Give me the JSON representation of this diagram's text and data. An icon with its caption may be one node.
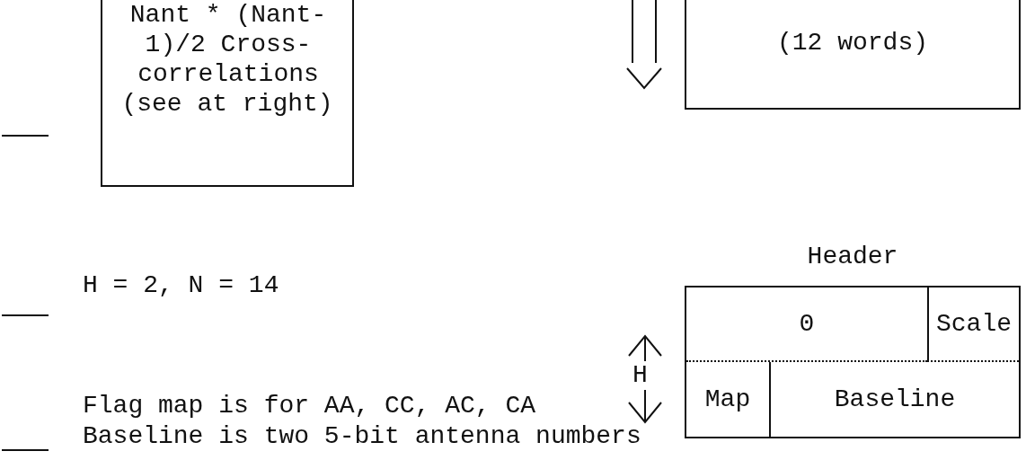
{
  "diagram": {
    "nodes": [
      {
        "text": [
          "Nant * (Nant-1)/2 Cross-correlations",
          "(see at right)"
        ]
      },
      {
        "text": [
          "(12 words)"
        ]
      },
      {
        "text": [
          "Header"
        ]
      },
      {
        "text": [
          "0"
        ],
        "in": 2
      },
      {
        "text": [
          "Scale"
        ],
        "in": 2
      },
      {
        "text": [
          "Map"
        ],
        "in": 2
      },
      {
        "text": [
          "Baseline"
        ],
        "in": 2
      }
    ],
    "edges": [],
    "labels": [
      "H = 2, N = 14",
      "H",
      "Flag map is for AA, CC, AC, CA",
      "Baseline is two 5-bit antenna numbers"
    ]
  }
}
